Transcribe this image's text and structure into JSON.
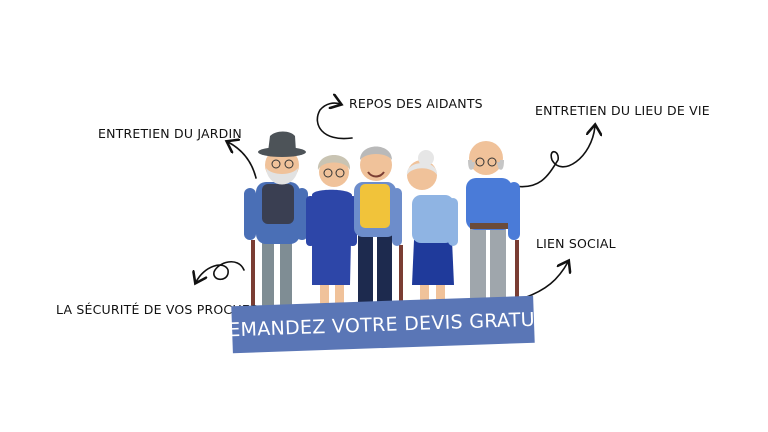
{
  "labels": {
    "garden": "ENTRETIEN DU JARDIN",
    "respite": "REPOS DES AIDANTS",
    "home": "ENTRETIEN DU LIEU DE VIE",
    "social": "LIEN SOCIAL",
    "safety": "LA SÉCURITÉ DE VOS PROCHES"
  },
  "cta": {
    "label": "DEMANDEZ VOTRE DEVIS GRATUIT"
  },
  "colors": {
    "cta_bg": "#5a76b6",
    "text": "#111111"
  }
}
